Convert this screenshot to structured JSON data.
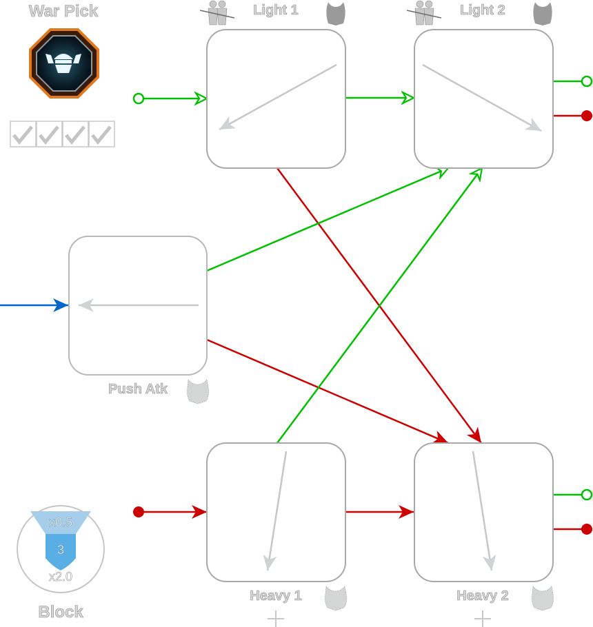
{
  "weapon": {
    "name": "War Pick",
    "icon": "viking-helmet-icon",
    "checks": [
      true,
      true,
      true,
      true
    ]
  },
  "nodes": [
    {
      "id": "light1",
      "label": "Light 1",
      "icons": [
        "dual-figures-icon",
        "armor-dark-icon"
      ],
      "move_arrow": "down-left"
    },
    {
      "id": "light2",
      "label": "Light 2",
      "icons": [
        "dual-figures-icon",
        "armor-dark-icon"
      ],
      "move_arrow": "down-right"
    },
    {
      "id": "push",
      "label": "Push Atk",
      "icons": [
        "armor-light-icon"
      ],
      "move_arrow": "left"
    },
    {
      "id": "heavy1",
      "label": "Heavy 1",
      "icons": [
        "armor-light-icon",
        "plus-icon"
      ],
      "move_arrow": "down"
    },
    {
      "id": "heavy2",
      "label": "Heavy 2",
      "icons": [
        "armor-light-icon",
        "plus-icon"
      ],
      "move_arrow": "down"
    }
  ],
  "connections": [
    {
      "from": "start-light",
      "to": "light1",
      "type": "light",
      "color": "#00c000"
    },
    {
      "from": "light1",
      "to": "light2",
      "type": "light",
      "color": "#00c000"
    },
    {
      "from": "light1",
      "to": "heavy2",
      "type": "heavy",
      "color": "#cc0000"
    },
    {
      "from": "push",
      "to": "light2",
      "type": "light",
      "color": "#00c000"
    },
    {
      "from": "push",
      "to": "heavy2",
      "type": "heavy",
      "color": "#cc0000"
    },
    {
      "from": "heavy1",
      "to": "light2",
      "type": "light",
      "color": "#00c000"
    },
    {
      "from": "start-heavy",
      "to": "heavy1",
      "type": "heavy",
      "color": "#cc0000"
    },
    {
      "from": "heavy1",
      "to": "heavy2",
      "type": "heavy",
      "color": "#cc0000"
    },
    {
      "from": "start-push",
      "to": "push",
      "type": "push",
      "color": "#0066cc"
    }
  ],
  "outputs": [
    {
      "node": "light2",
      "light": "open",
      "heavy": "filled"
    },
    {
      "node": "heavy2",
      "light": "open",
      "heavy": "filled"
    }
  ],
  "block": {
    "label": "Block",
    "top_multiplier": "x0.5",
    "value": "3",
    "bottom_multiplier": "x2.0"
  },
  "colors": {
    "light": "#00c000",
    "heavy": "#cc0000",
    "push": "#0066cc",
    "node_border": "#b8b8b8",
    "move_arrow": "#cccfcf",
    "block_light": "#a6cde9",
    "block_dark": "#5aaee6"
  }
}
